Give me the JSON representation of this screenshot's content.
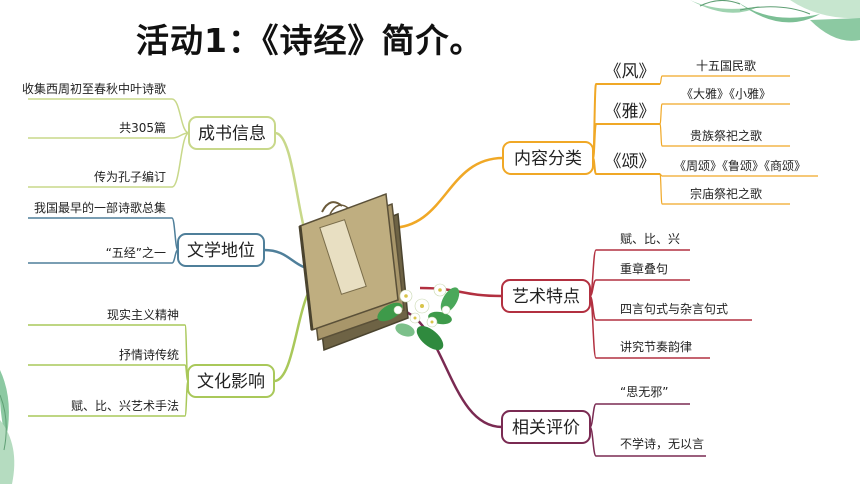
{
  "title": "活动1：《诗经》简介。",
  "branches": [
    {
      "label": "成书信息",
      "color": "#c8d88a",
      "leaves": [
        "收集西周初至春秋中叶诗歌",
        "共305篇",
        "传为孔子编订"
      ]
    },
    {
      "label": "文学地位",
      "color": "#4f7f9a",
      "leaves": [
        "我国最早的一部诗歌总集",
        "“五经”之一"
      ]
    },
    {
      "label": "文化影响",
      "color": "#a9c85a",
      "leaves": [
        "现实主义精神",
        "抒情诗传统",
        "赋、比、兴艺术手法"
      ]
    },
    {
      "label": "内容分类",
      "color": "#f0a826",
      "groups": [
        {
          "label": "《风》",
          "leaves": [
            "十五国民歌"
          ]
        },
        {
          "label": "《雅》",
          "leaves": [
            "《大雅》《小雅》",
            "贵族祭祀之歌"
          ]
        },
        {
          "label": "《颂》",
          "leaves": [
            "《周颂》《鲁颂》《商颂》",
            "宗庙祭祀之歌"
          ]
        }
      ]
    },
    {
      "label": "艺术特点",
      "color": "#b23040",
      "leaves": [
        "赋、比、兴",
        "重章叠句",
        "四言句式与杂言句式",
        "讲究节奏韵律"
      ]
    },
    {
      "label": "相关评价",
      "color": "#7a2a52",
      "leaves": [
        "“思无邪”",
        "不学诗，无以言"
      ]
    }
  ],
  "colors": {
    "leaf_green": "#3e9a4a",
    "leaf_light": "#7cc08a",
    "book": "#8a7a52"
  }
}
